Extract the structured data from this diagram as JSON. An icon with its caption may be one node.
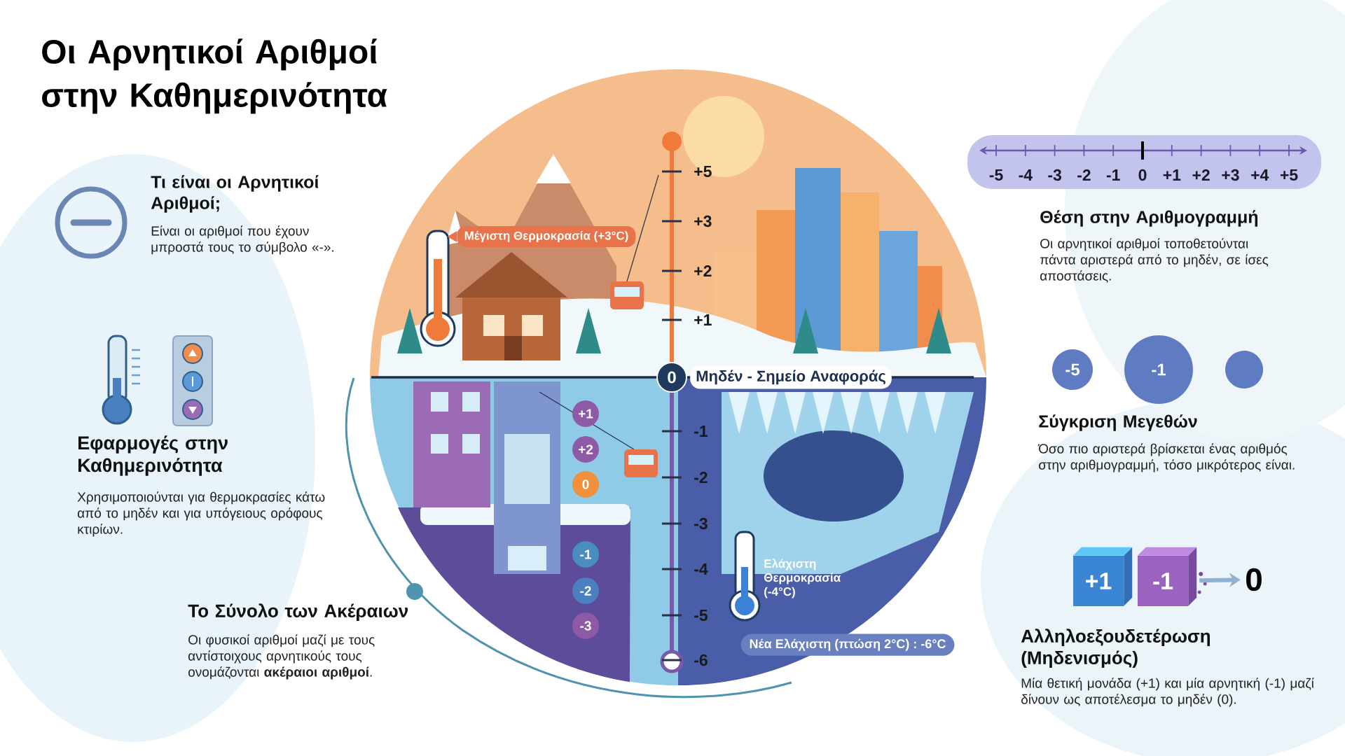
{
  "diagram": {
    "title": "Οι Αρνητικοί Αριθμοί στην Καθημερινότητα",
    "nodes": [
      {
        "text": [
          "Μέγιστη Θερμοκρασία (+3°C)"
        ]
      },
      {
        "text": [
          "0"
        ]
      },
      {
        "text": [
          "Μηδέν - Σημείο Αναφοράς"
        ]
      },
      {
        "text": [
          "+1"
        ]
      },
      {
        "text": [
          "+2"
        ]
      },
      {
        "text": [
          "0"
        ]
      },
      {
        "text": [
          "-1"
        ]
      },
      {
        "text": [
          "-2"
        ]
      },
      {
        "text": [
          "-3"
        ]
      },
      {
        "text": [
          "Νέα Ελάχιστη (πτώση 2°C) : -6°C"
        ]
      },
      {
        "text": [
          "-5"
        ]
      },
      {
        "text": [
          "-1"
        ]
      },
      {
        "text": [],
        "shape": "circle"
      },
      {
        "text": [
          "+1"
        ]
      },
      {
        "text": [
          "-1"
        ]
      },
      {
        "text": [
          "0"
        ]
      }
    ],
    "edges": [
      {
        "from": 14,
        "to": 15,
        "arrow": "to"
      }
    ],
    "labels": [
      "Τι είναι οι Αρνητικοί Αριθμοί;",
      "Είναι οι αριθμοί που έχουν μπροστά τους το σύμβολο «-».",
      "Εφαρμογές στην Καθημερινότητα",
      "Χρησιμοποιούνται για θερμοκρασίες κάτω από το μηδέν και για υπόγειους ορόφους κτιρίων.",
      "Το Σύνολο των Ακέραιων",
      "Οι φυσικοί αριθμοί μαζί με τους αντίστοιχους αρνητικούς τους ονομάζονται **ακέραιοι αριθμοί**.",
      "+5",
      "+3",
      "+2",
      "+1",
      "-1",
      "-2",
      "-3",
      "-4",
      "-5",
      "-6",
      "Ελάχιστη Θερμοκρασία (-4°C)",
      "-5",
      "-4",
      "-3",
      "-2",
      "-1",
      "0",
      "+1",
      "+2",
      "+3",
      "+4",
      "+5",
      "Θέση στην Αριθμογραμμή",
      "Οι αρνητικοί αριθμοί τοποθετούνται πάντα αριστερά από το μηδέν, σε ίσες αποστάσεις.",
      "Σύγκριση Μεγεθών",
      "Όσο πιο αριστερά βρίσκεται ένας αριθμός στην αριθμογραμμή, τόσο μικρότερος είναι.",
      "Αλληλοεξουδετέρωση (Μηδενισμός)",
      "Μία θετική μονάδα (+1) και μία αρνητική (-1) μαζί δίνουν ως αποτέλεσμα το μηδέν (0)."
    ]
  }
}
